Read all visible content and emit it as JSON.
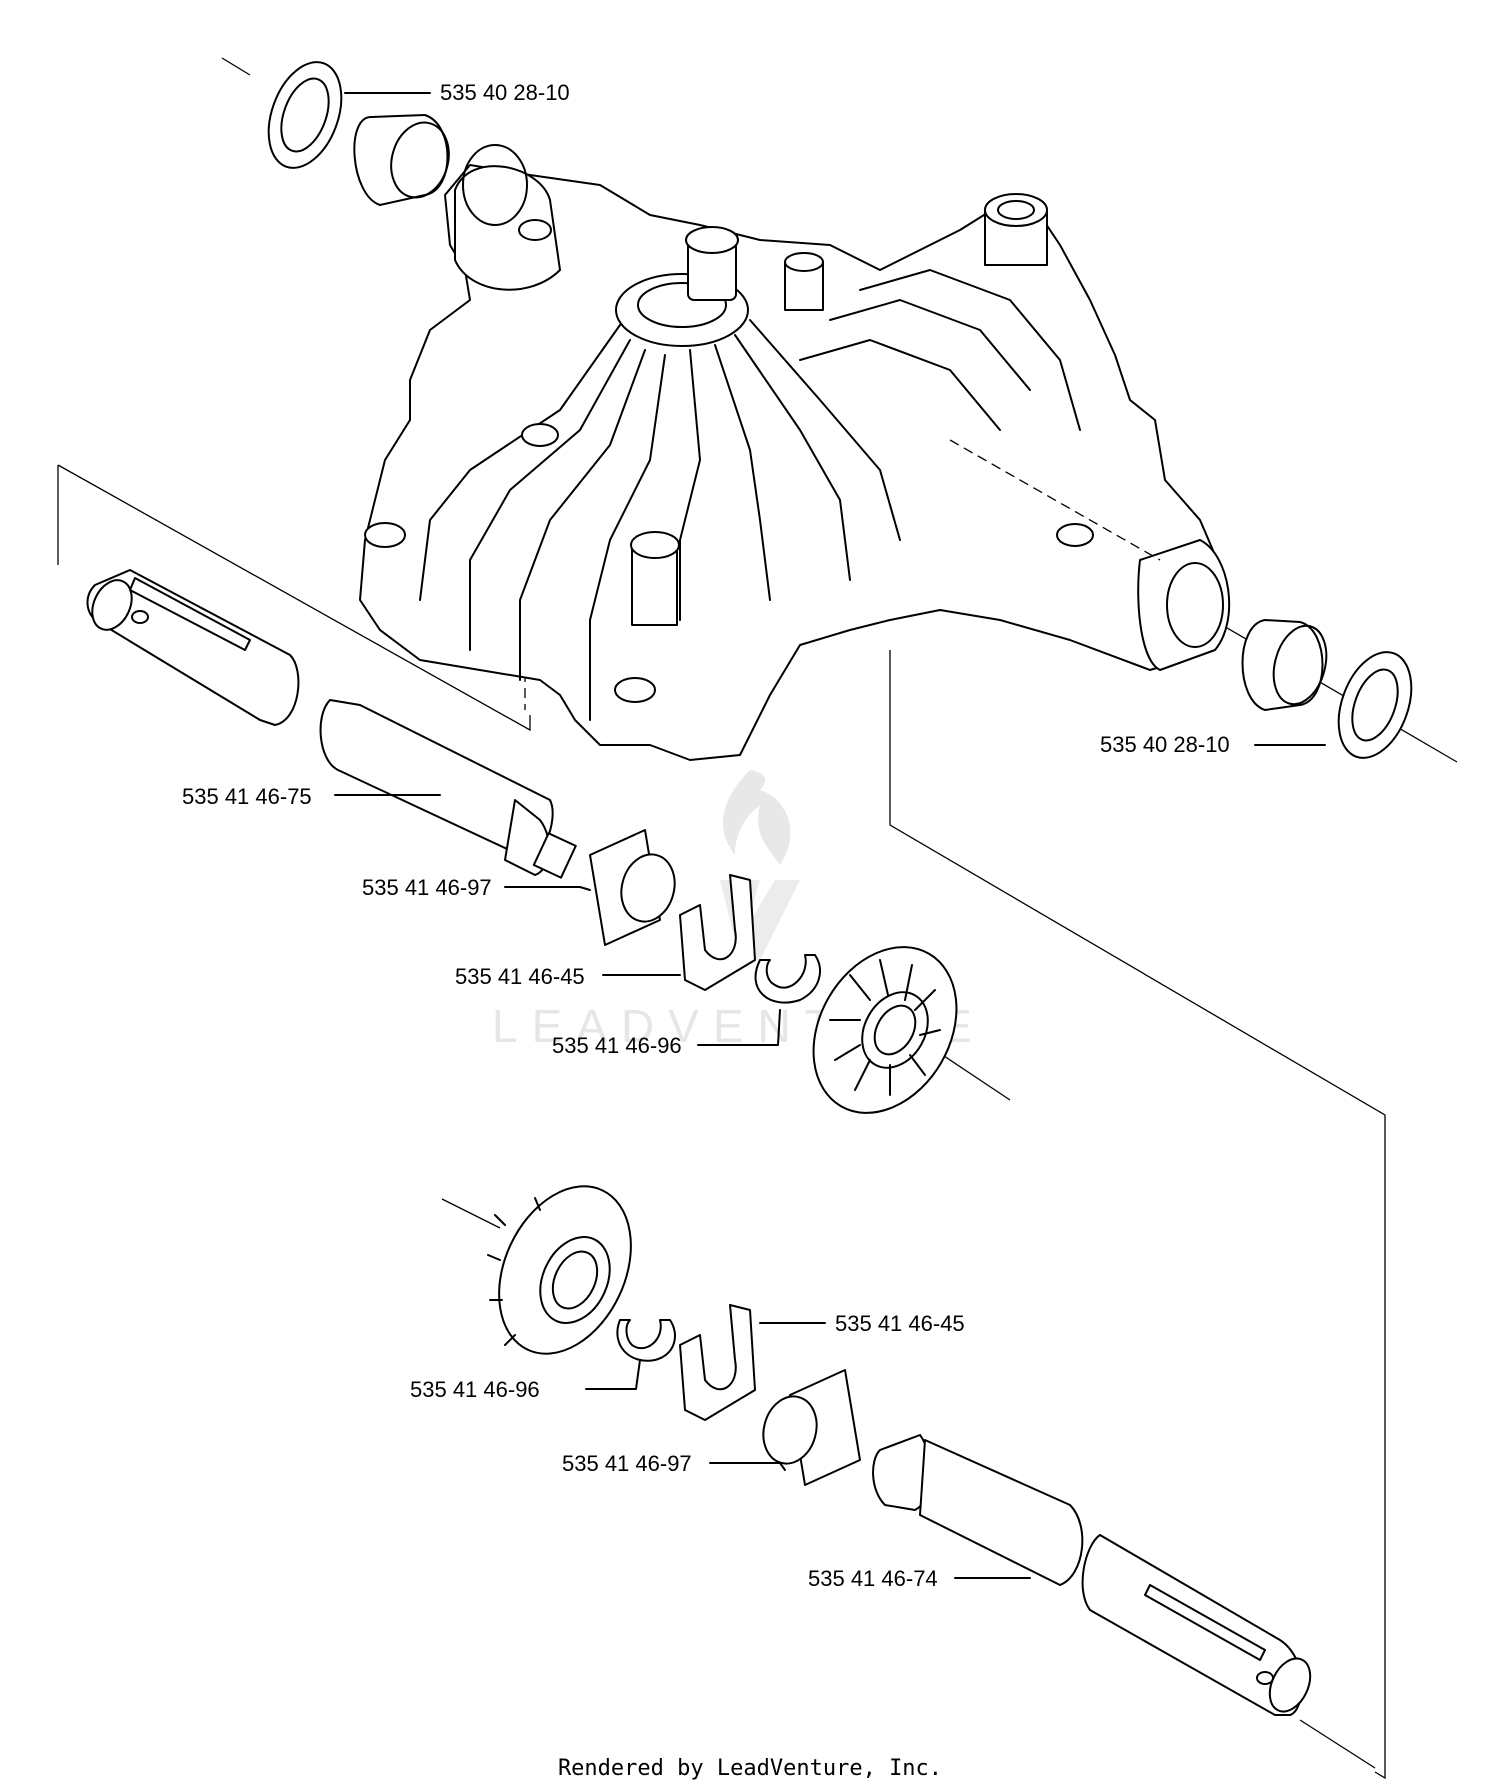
{
  "callouts": {
    "seal_top": "535 40 28-10",
    "seal_right": "535 40 28-10",
    "axle_upper": "535 41 46-75",
    "washer_upper_97": "535 41 46-97",
    "shim_upper_45": "535 41 46-45",
    "ring_upper_96": "535 41 46-96",
    "shim_lower_45": "535 41 46-45",
    "ring_lower_96": "535 41 46-96",
    "washer_lower_97": "535 41 46-97",
    "axle_lower": "535 41 46-74"
  },
  "watermark": {
    "brand": "LEADVENTURE"
  },
  "footer": {
    "credit": "Rendered by LeadVenture, Inc."
  }
}
